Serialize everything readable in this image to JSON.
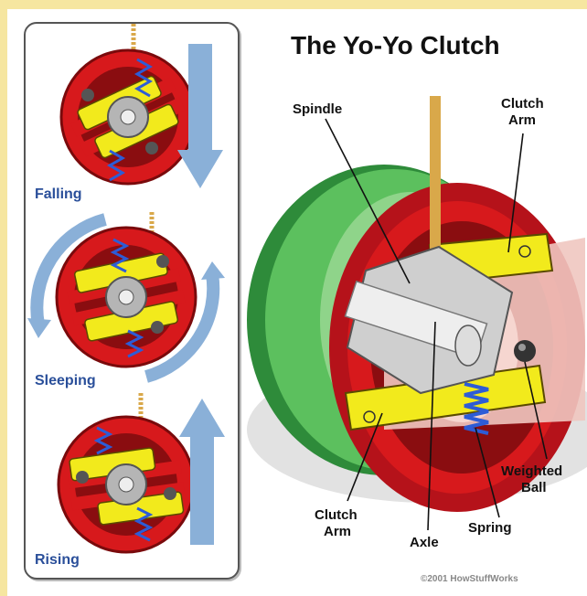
{
  "title": "The Yo-Yo Clutch",
  "states": {
    "falling": "Falling",
    "sleeping": "Sleeping",
    "rising": "Rising"
  },
  "callouts": {
    "spindle": "Spindle",
    "clutch_arm_top_1": "Clutch",
    "clutch_arm_top_2": "Arm",
    "clutch_arm_bottom_1": "Clutch",
    "clutch_arm_bottom_2": "Arm",
    "weighted_ball_1": "Weighted",
    "weighted_ball_2": "Ball",
    "axle": "Axle",
    "spring": "Spring"
  },
  "copyright": "©2001 HowStuffWorks",
  "colors": {
    "background": "#f6e6a0",
    "yoyo_red": "#d7191c",
    "dark_red": "#8a0d10",
    "yellow_arm": "#f2ea1c",
    "green_body": "#4caf50",
    "arrow_blue": "#8ab0d8",
    "label_blue": "#2a4f9a"
  }
}
